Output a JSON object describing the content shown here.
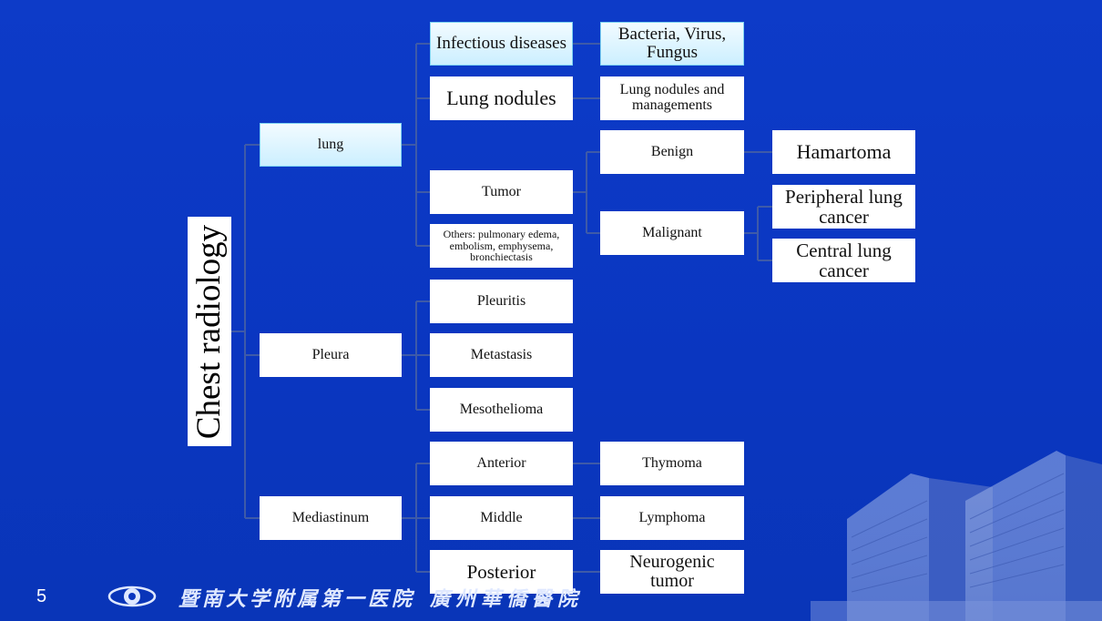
{
  "slide": {
    "page_number": "5"
  },
  "root": {
    "label": "Chest radiology"
  },
  "level1": {
    "lung": "lung",
    "pleura": "Pleura",
    "mediastinum": "Mediastinum"
  },
  "lung": {
    "infectious": "Infectious diseases",
    "nodules": "Lung nodules",
    "tumor": "Tumor",
    "others": "Others: pulmonary edema, embolism, emphysema, bronchiectasis",
    "bacteria": "Bacteria, Virus, Fungus",
    "nodules_mgmt": "Lung nodules and managements",
    "benign": "Benign",
    "malignant": "Malignant",
    "hamartoma": "Hamartoma",
    "peripheral": "Peripheral lung cancer",
    "central": "Central lung cancer"
  },
  "pleura": {
    "pleuritis": "Pleuritis",
    "metastasis": "Metastasis",
    "mesothelioma": "Mesothelioma"
  },
  "mediastinum": {
    "anterior": "Anterior",
    "middle": "Middle",
    "posterior": "Posterior",
    "thymoma": "Thymoma",
    "lymphoma": "Lymphoma",
    "neurogenic": "Neurogenic tumor"
  },
  "footer": {
    "hospital_name": "暨南大学附属第一医院",
    "hospital_alt": "廣州華僑醫院"
  },
  "colors": {
    "background": "#0a36c0",
    "connector": "#3e5aa8",
    "highlight_box": "#ccefff"
  }
}
